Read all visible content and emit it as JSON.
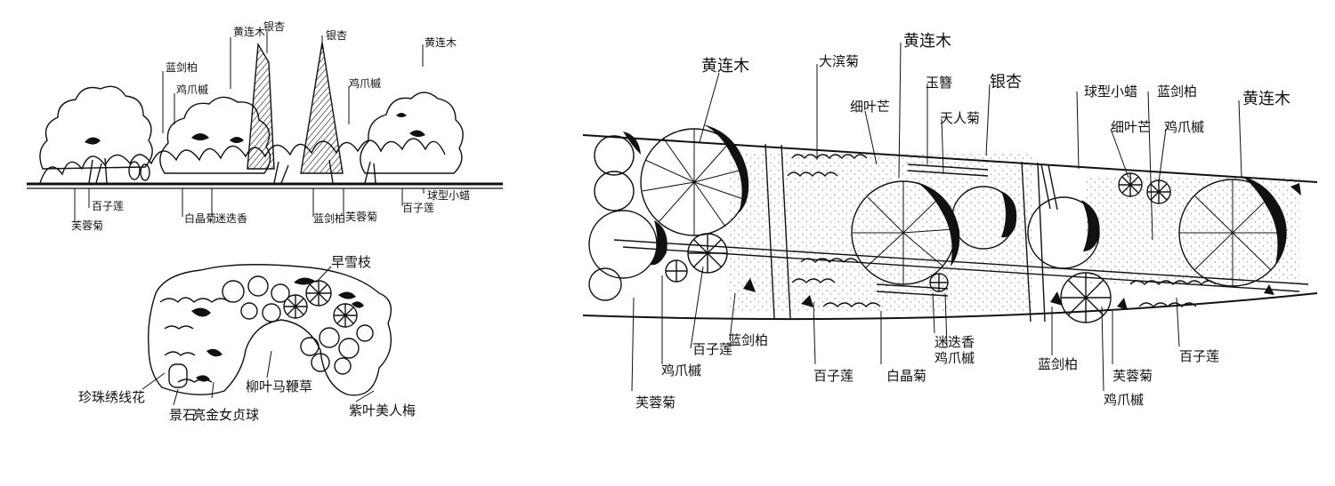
{
  "elevation": {
    "top_labels": [
      "黄连木",
      "银杏",
      "银杏",
      "黄连木",
      "蓝剑柏",
      "鸡爪槭",
      "鸡爪槭"
    ],
    "bottom_labels": [
      "百子莲",
      "芙蓉菊",
      "白晶菊",
      "迷迭香",
      "蓝剑柏",
      "芙蓉菊",
      "百子莲",
      "球型小蜡"
    ]
  },
  "small_plan": {
    "labels": [
      "早雪枝",
      "珍珠绣线花",
      "景石",
      "亮金女贞球",
      "柳叶马鞭草",
      "紫叶美人梅"
    ]
  },
  "main_plan": {
    "top_labels": [
      "黄连木",
      "大滨菊",
      "黄连木",
      "细叶芒",
      "银杏",
      "玉簪",
      "天人菊",
      "细叶芒",
      "鸡爪槭",
      "球型小蜡",
      "蓝剑柏",
      "黄连木"
    ],
    "bottom_labels": [
      "鸡爪槭",
      "百子莲",
      "蓝剑柏",
      "芙蓉菊",
      "百子莲",
      "白晶菊",
      "迷迭香",
      "鸡爪槭",
      "蓝剑柏",
      "芙蓉菊",
      "鸡爪槭",
      "百子莲"
    ]
  }
}
